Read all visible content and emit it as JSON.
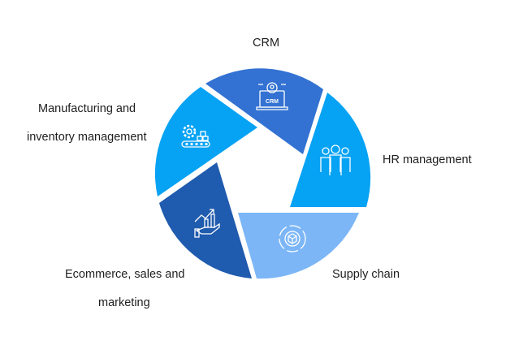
{
  "segments": [
    {
      "id": "crm",
      "label": "CRM",
      "color": "#3372d2",
      "icon": "crm-laptop-gear-icon",
      "icon_text": "CRM"
    },
    {
      "id": "hr",
      "label": "HR management",
      "color": "#06a2f4",
      "icon": "people-group-icon"
    },
    {
      "id": "supply",
      "label": "Supply chain",
      "color": "#7cb6f6",
      "icon": "box-gear-cycle-icon"
    },
    {
      "id": "ecommerce",
      "label_lines": [
        "Ecommerce, sales and",
        "marketing"
      ],
      "color": "#1f5bae",
      "icon": "hand-growth-chart-icon"
    },
    {
      "id": "manufacturing",
      "label_lines": [
        "Manufacturing and",
        "inventory management"
      ],
      "color": "#06a2f4",
      "icon": "gear-conveyor-icon"
    }
  ]
}
